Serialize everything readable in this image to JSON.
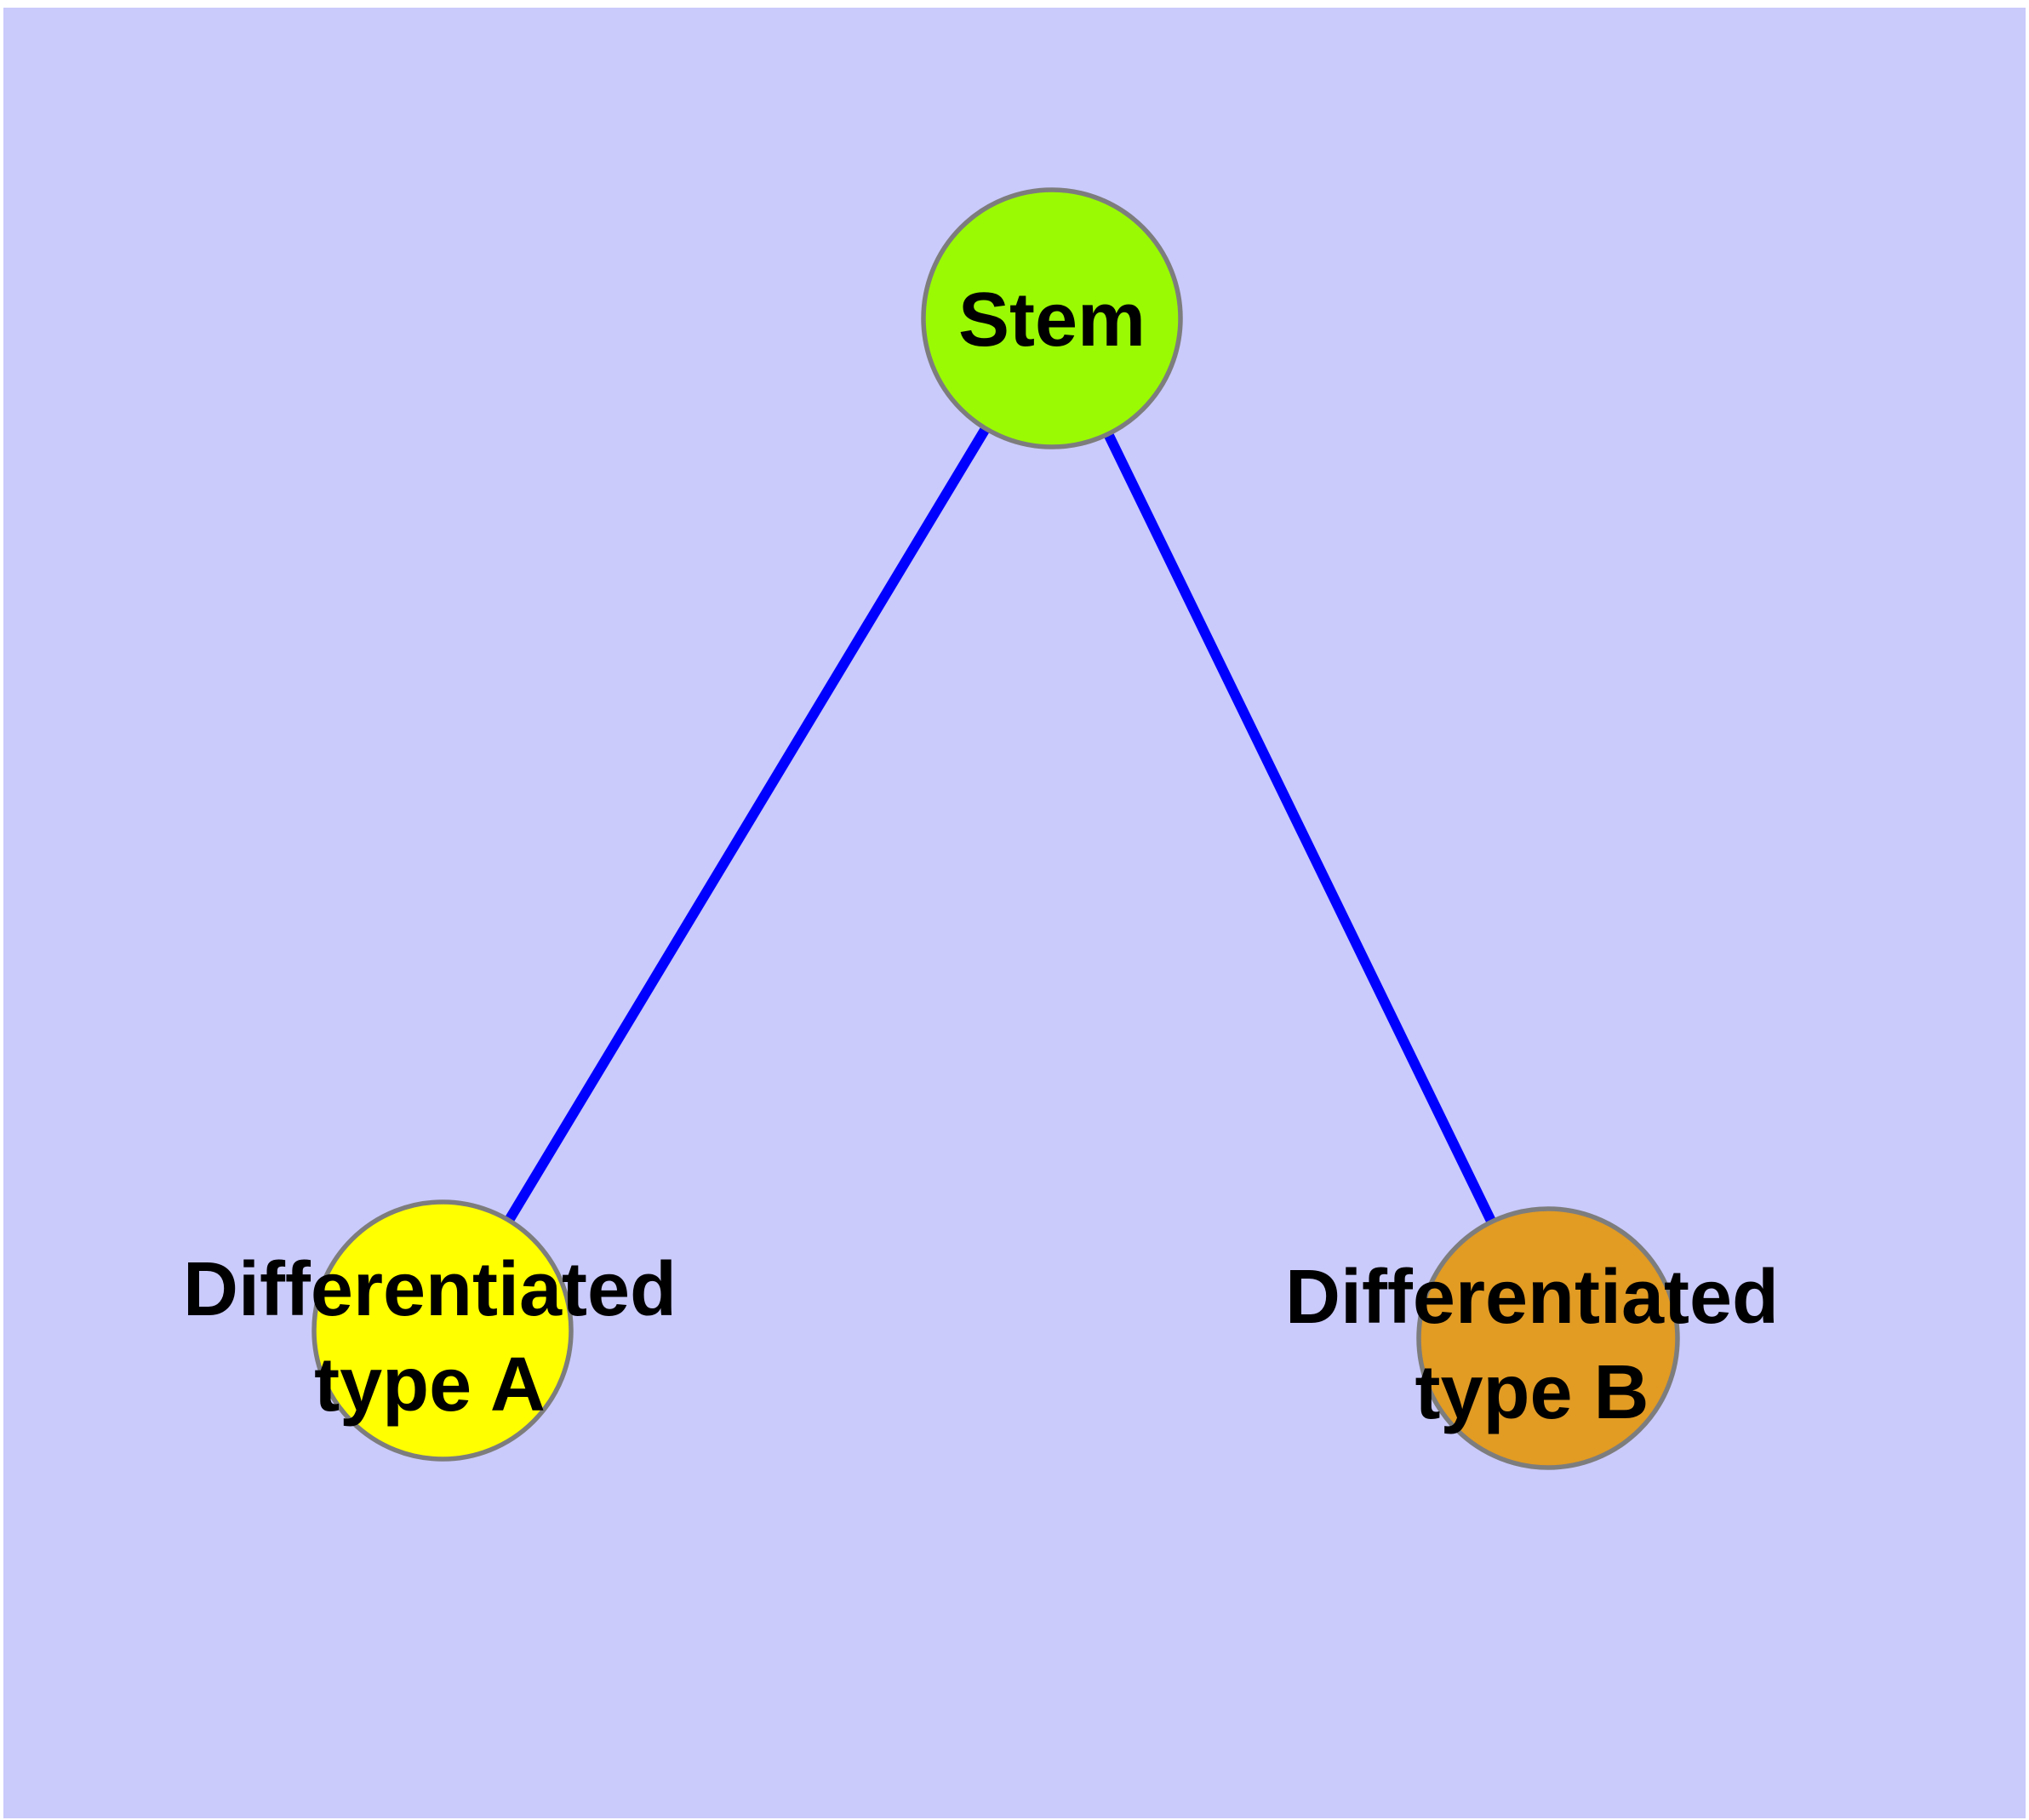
{
  "page": {
    "background": "#ffffff"
  },
  "canvas": {
    "background": "#cacafb"
  },
  "graph": {
    "edge_color": "#0000ff",
    "node_border_color": "#7d7d7d",
    "label_color": "#000000",
    "nodes": {
      "stem": {
        "label": "Stem",
        "fill": "#9afa04"
      },
      "type_a": {
        "label_line1": "Differentiated",
        "label_line2": "type A",
        "fill": "#ffff00"
      },
      "type_b": {
        "label_line1": "Differentiated",
        "label_line2": "type B",
        "fill": "#e29b23"
      }
    },
    "edges": [
      {
        "from": "Stem",
        "to": "Differentiated type A"
      },
      {
        "from": "Stem",
        "to": "Differentiated type B"
      }
    ]
  }
}
